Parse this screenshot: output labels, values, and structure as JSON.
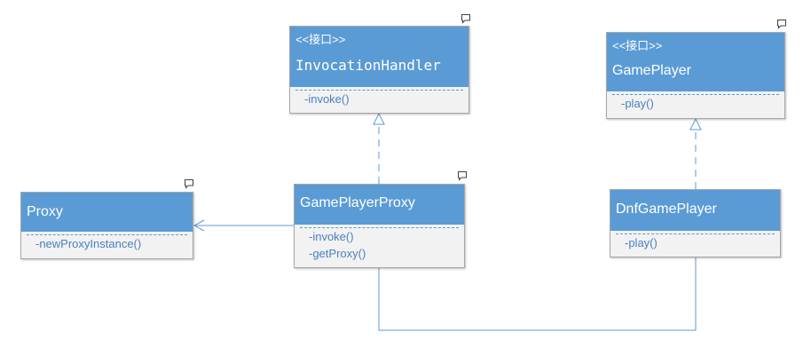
{
  "diagram": {
    "classes": {
      "invocation_handler": {
        "stereotype": "<<接口>>",
        "name": "InvocationHandler",
        "members": [
          "-invoke()"
        ]
      },
      "game_player": {
        "stereotype": "<<接口>>",
        "name": "GamePlayer",
        "members": [
          "-play()"
        ]
      },
      "proxy": {
        "name": "Proxy",
        "members": [
          "-newProxyInstance()"
        ]
      },
      "game_player_proxy": {
        "name": "GamePlayerProxy",
        "members": [
          "-invoke()",
          "-getProxy()"
        ]
      },
      "dnf_game_player": {
        "name": "DnfGamePlayer",
        "members": [
          "-play()"
        ]
      }
    },
    "relations": [
      {
        "type": "realization",
        "from": "GamePlayerProxy",
        "to": "InvocationHandler"
      },
      {
        "type": "realization",
        "from": "DnfGamePlayer",
        "to": "GamePlayer"
      },
      {
        "type": "dependency",
        "from": "GamePlayerProxy",
        "to": "Proxy"
      },
      {
        "type": "association",
        "from": "GamePlayerProxy",
        "to": "DnfGamePlayer"
      }
    ],
    "colors": {
      "header": "#5b9bd5",
      "body": "#f2f2f2",
      "border": "#a6a6a6",
      "member_text": "#4a7fc0",
      "connector": "#5b9bd5"
    },
    "icons": {
      "note": "comment-icon"
    }
  }
}
